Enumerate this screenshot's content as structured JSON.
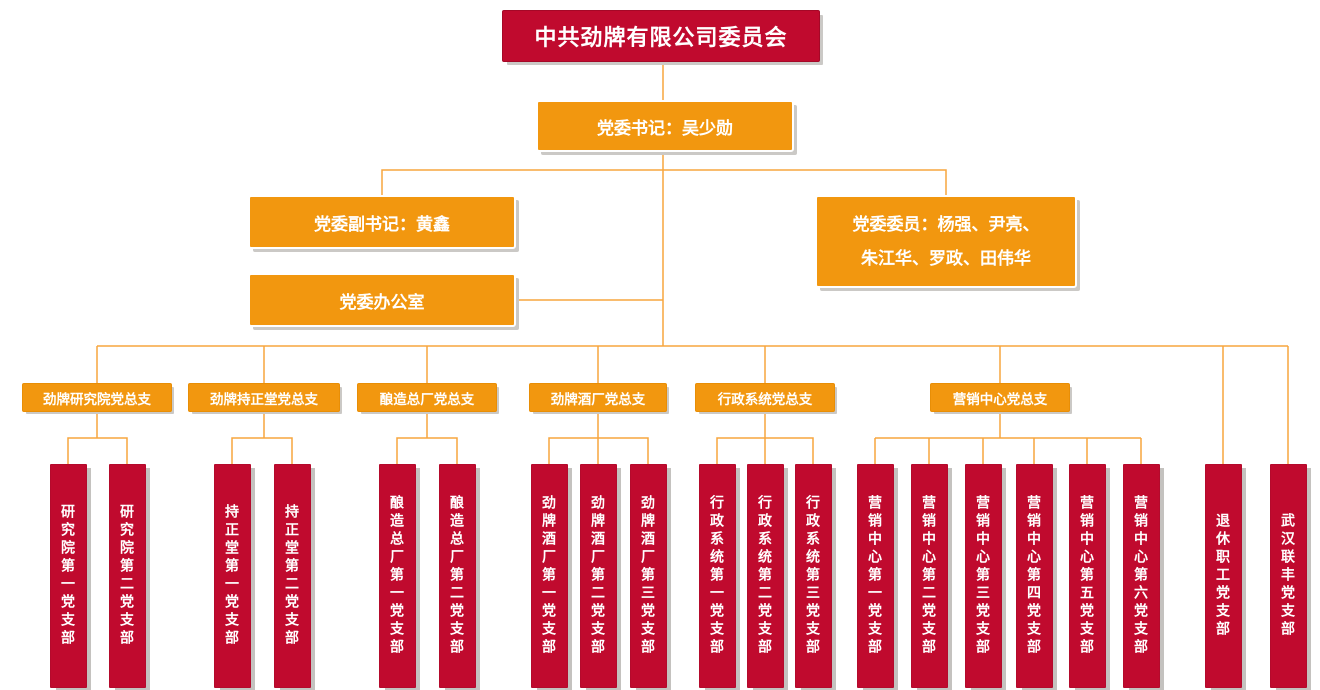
{
  "palette": {
    "crimson": "#C00A2E",
    "orange": "#F2970F",
    "connector_orange": "#F7A53E",
    "shadow_gray": "#CBC9C6",
    "text_white": "#FFFFFF"
  },
  "org_chart": {
    "root": {
      "label": "中共劲牌有限公司委员会"
    },
    "secretary": {
      "label": "党委书记：吴少勋"
    },
    "deputy_secretary": {
      "label": "党委副书记：黄鑫"
    },
    "party_office": {
      "label": "党委办公室"
    },
    "committee_members": {
      "line1": "党委委员：杨强、尹亮、",
      "line2": "朱江华、罗政、田伟华"
    },
    "branches": [
      {
        "label": "劲牌研究院党总支",
        "children": [
          "研究院第一党支部",
          "研究院第二党支部"
        ]
      },
      {
        "label": "劲牌持正堂党总支",
        "children": [
          "持正堂第一党支部",
          "持正堂第二党支部"
        ]
      },
      {
        "label": "酿造总厂党总支",
        "children": [
          "酿造总厂第一党支部",
          "酿造总厂第二党支部"
        ]
      },
      {
        "label": "劲牌酒厂党总支",
        "children": [
          "劲牌酒厂第一党支部",
          "劲牌酒厂第二党支部",
          "劲牌酒厂第三党支部"
        ]
      },
      {
        "label": "行政系统党总支",
        "children": [
          "行政系统第一党支部",
          "行政系统第二党支部",
          "行政系统第三党支部"
        ]
      },
      {
        "label": "营销中心党总支",
        "children": [
          "营销中心第一党支部",
          "营销中心第二党支部",
          "营销中心第三党支部",
          "营销中心第四党支部",
          "营销中心第五党支部",
          "营销中心第六党支部"
        ]
      }
    ],
    "standalone_branches": [
      "退休职工党支部",
      "武汉联丰党支部"
    ]
  }
}
